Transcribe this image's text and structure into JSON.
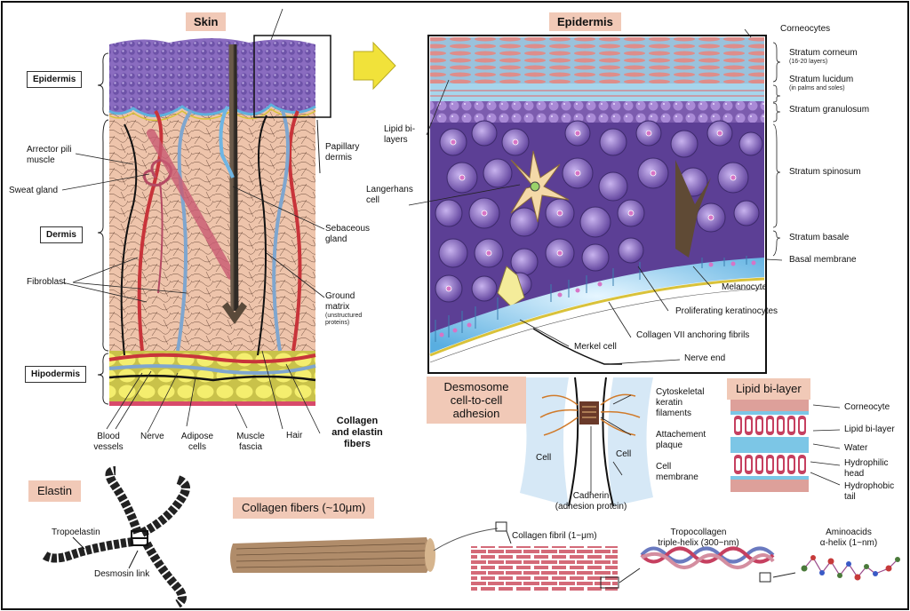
{
  "skin": {
    "title": "Skin",
    "layers": {
      "epidermis": "Epidermis",
      "dermis": "Dermis",
      "hipodermis": "Hipodermis"
    },
    "labels": {
      "arrector": "Arrector pili muscle",
      "sweat": "Sweat gland",
      "fibroblast": "Fibroblast",
      "papillary": "Papillary dermis",
      "sebaceous": "Sebaceous gland",
      "ground": "Ground matrix",
      "ground_sub": "(unstructured proteins)",
      "blood": "Blood vessels",
      "nerve": "Nerve",
      "adipose": "Adipose cells",
      "muscle": "Muscle fascia",
      "hair": "Hair",
      "collagen": "Collagen and elastin fibers"
    }
  },
  "epidermis": {
    "title": "Epidermis",
    "labels": {
      "corneocytes": "Corneocytes",
      "corneum": "Stratum corneum",
      "corneum_sub": "(16-20 layers)",
      "lucidum": "Stratum lucidum",
      "lucidum_sub": "(in palms and soles)",
      "granulosum": "Stratum granulosum",
      "spinosum": "Stratum spinosum",
      "basale": "Stratum basale",
      "basal_membrane": "Basal membrane",
      "melanocyte": "Melanocyte",
      "proliferating": "Proliferating keratinocytes",
      "collagen7": "Collagen VII anchoring fibrils",
      "merkel": "Merkel cell",
      "nerve_end": "Nerve end",
      "lipid": "Lipid bi-layers",
      "langerhans": "Langerhans cell"
    }
  },
  "desmosome": {
    "title": "Desmosome cell-to-cell adhesion",
    "labels": {
      "cytoskeletal": "Cytoskeletal keratin filaments",
      "plaque": "Attachement plaque",
      "membrane": "Cell membrane",
      "cadherin": "Cadherin",
      "cadherin_sub": "(adhesion protein)",
      "cell": "Cell"
    }
  },
  "lipid_bilayer": {
    "title": "Lipid bi-layer",
    "labels": {
      "corneocyte": "Corneocyte",
      "lipid": "Lipid bi-layer",
      "water": "Water",
      "hydrophilic": "Hydrophilic head",
      "hydrophobic": "Hydrophobic tail"
    }
  },
  "elastin": {
    "title": "Elastin",
    "labels": {
      "tropoelastin": "Tropoelastin",
      "desmosin": "Desmosin link"
    }
  },
  "collagen": {
    "title": "Collagen fibers (~10μm)",
    "labels": {
      "fibril": "Collagen fibril (1~μm)",
      "tropocollagen": "Tropocollagen",
      "triple": "triple-helix (300~nm)",
      "aminoacids": "Aminoacids",
      "helix": "α-helix (1~nm)"
    }
  },
  "colors": {
    "epidermis_purple": "#7a5fb0",
    "dermis_pink": "#ecc0a8",
    "fat_yellow": "#f3ec6a",
    "vessel_red": "#c8343a",
    "vessel_blue": "#7fa6cf",
    "basal_cyan": "#7cc6e6",
    "title_bg": "#f1c9b7",
    "arrow_yellow": "#f1e23a"
  }
}
